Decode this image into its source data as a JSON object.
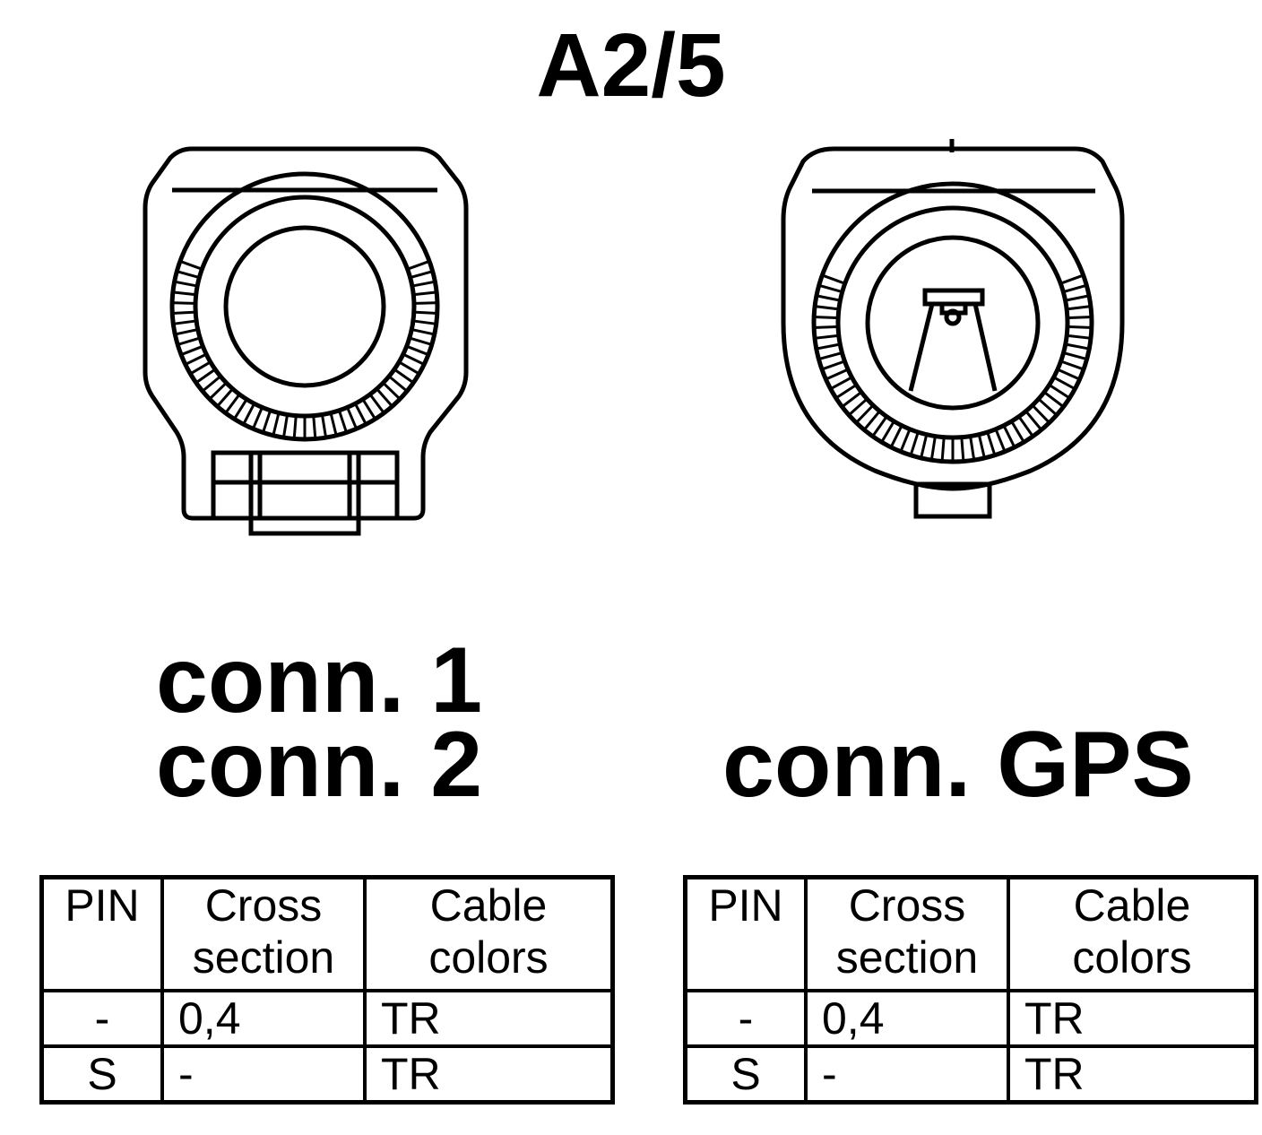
{
  "title": "A2/5",
  "connectors": {
    "left": {
      "lines": [
        "conn. 1",
        "conn. 2"
      ]
    },
    "right": {
      "lines": [
        "conn. GPS"
      ]
    }
  },
  "tables": [
    {
      "headers": {
        "pin": "PIN",
        "cross_1": "Cross",
        "cross_2": "section",
        "color_1": "Cable",
        "color_2": "colors"
      },
      "rows": [
        {
          "pin": "-",
          "cross": "0,4",
          "color": "TR"
        },
        {
          "pin": "S",
          "cross": "-",
          "color": "TR"
        }
      ]
    },
    {
      "headers": {
        "pin": "PIN",
        "cross_1": "Cross",
        "cross_2": "section",
        "color_1": "Cable",
        "color_2": "colors"
      },
      "rows": [
        {
          "pin": "-",
          "cross": "0,4",
          "color": "TR"
        },
        {
          "pin": "S",
          "cross": "-",
          "color": "TR"
        }
      ]
    }
  ]
}
